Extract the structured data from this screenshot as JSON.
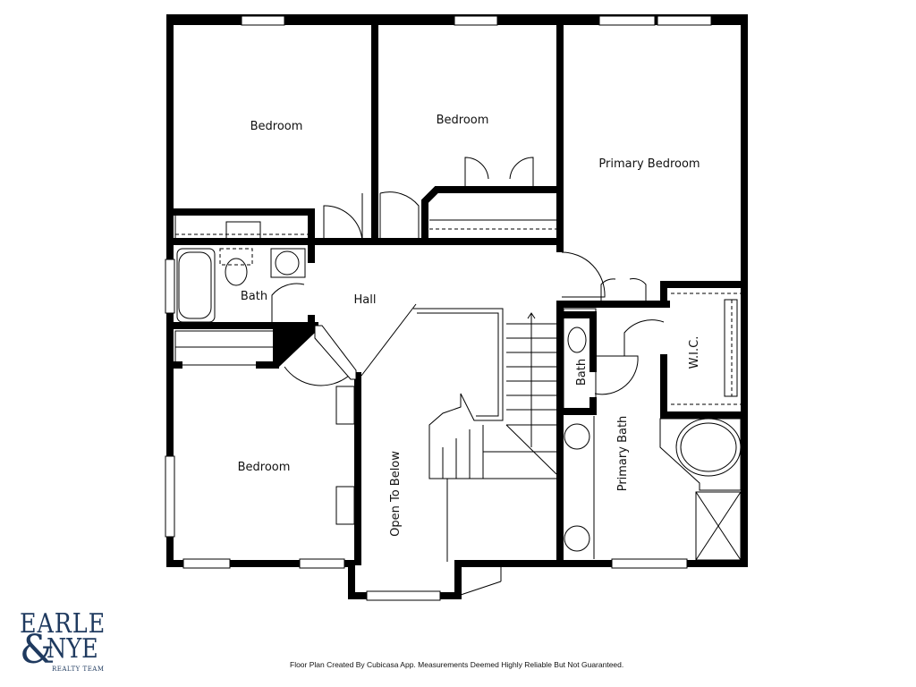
{
  "rooms": {
    "bedroom_top_left": "Bedroom",
    "bedroom_top_middle": "Bedroom",
    "primary_bedroom": "Primary Bedroom",
    "bath_left": "Bath",
    "hall": "Hall",
    "bath_small": "Bath",
    "wic": "W.I.C.",
    "bedroom_bottom_left": "Bedroom",
    "open_to_below": "Open To Below",
    "primary_bath": "Primary Bath"
  },
  "logo": {
    "line1": "EARLE",
    "amp": "&",
    "line2": "NYE",
    "line3": "REALTY TEAM"
  },
  "footer": "Floor Plan Created By Cubicasa App. Measurements Deemed Highly Reliable But Not Guaranteed."
}
